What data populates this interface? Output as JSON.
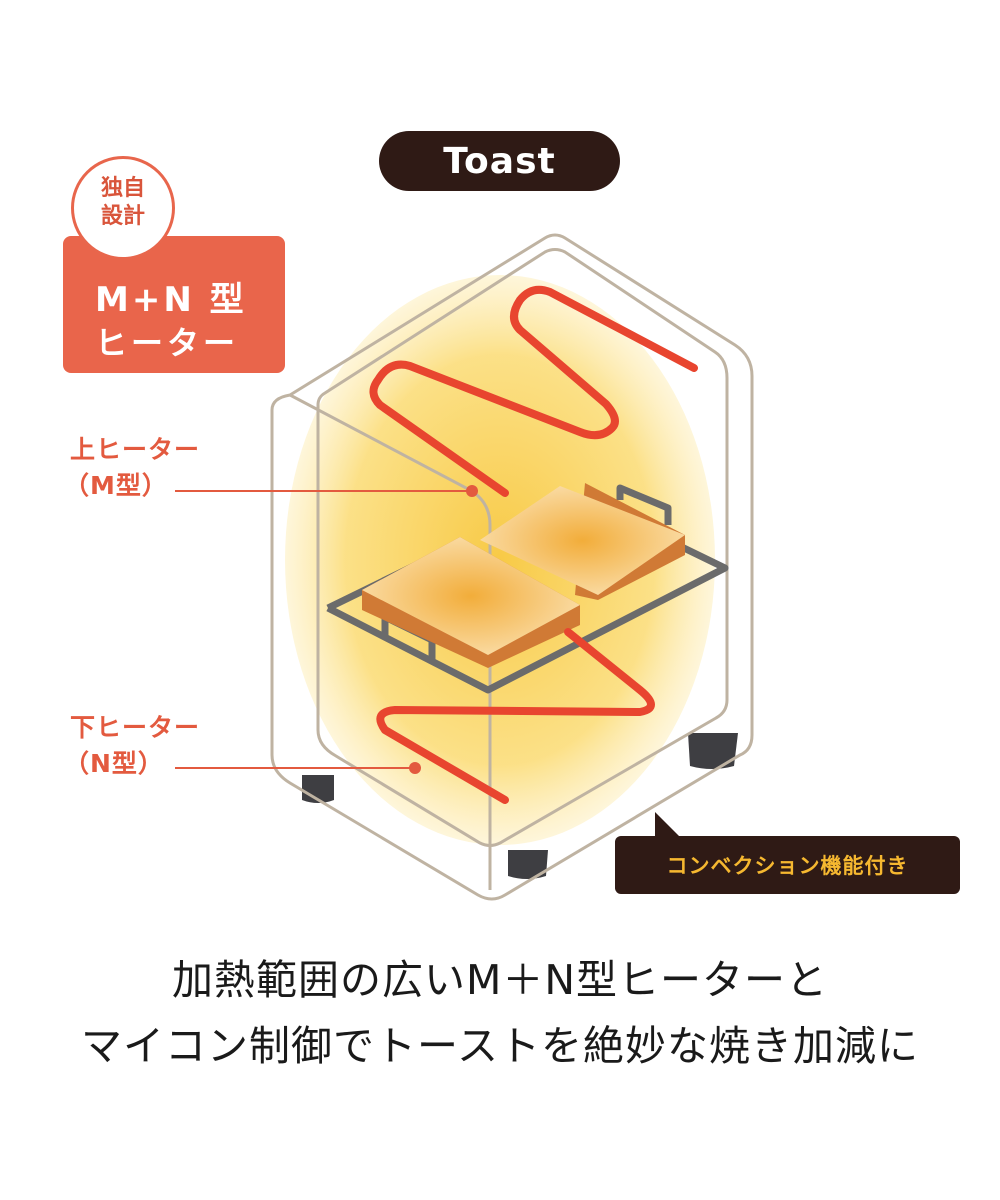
{
  "title": "Toast",
  "badge": {
    "circle_line1": "独自",
    "circle_line2": "設計",
    "box_line1": "M+N 型",
    "box_line2": "ヒーター"
  },
  "labels": {
    "upper_heater_line1": "上ヒーター",
    "upper_heater_line2": "（M型）",
    "lower_heater_line1": "下ヒーター",
    "lower_heater_line2": "（N型）"
  },
  "callout": "コンベクション機能付き",
  "caption": {
    "line1": "加熱範囲の広いM＋N型ヒーターと",
    "line2": "マイコン制御でトーストを絶妙な焼き加減に"
  },
  "colors": {
    "dark_brown": "#2f1a15",
    "accent_orange": "#e9654b",
    "heater_red": "#e8452f",
    "callout_text": "#f6b830",
    "outline": "#bfb3a2",
    "rack_gray": "#6b6b6b",
    "toast_brown": "#d07a35"
  }
}
